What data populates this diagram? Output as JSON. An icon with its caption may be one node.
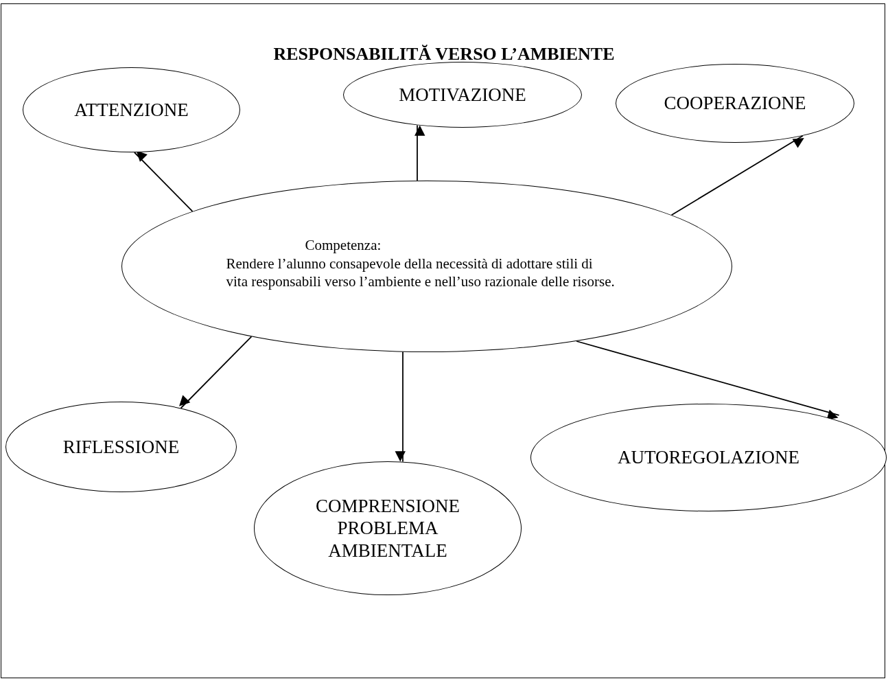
{
  "diagram": {
    "title": "RESPONSABILITĂ VERSO L’AMBIENTE",
    "nodes": [
      {
        "text": [
          "MOTIVAZIONE"
        ]
      },
      {
        "text": [
          "ATTENZIONE"
        ]
      },
      {
        "text": [
          "COOPERAZIONE"
        ]
      },
      {
        "text": [
          "Competenza:",
          "Rendere l’alunno consapevole della necessità di adottare stili di vita responsabili verso l’ambiente e nell’uso razionale delle risorse."
        ]
      },
      {
        "text": [
          "RIFLESSIONE"
        ]
      },
      {
        "text": [
          "AUTOREGOLAZIONE"
        ]
      },
      {
        "text": [
          "COMPRENSIONE PROBLEMA AMBIENTALE"
        ]
      }
    ],
    "edges": [
      {
        "from": 3,
        "to": 1,
        "arrow": "to"
      },
      {
        "from": 3,
        "to": 0,
        "arrow": "to"
      },
      {
        "from": 3,
        "to": 2,
        "arrow": "to"
      },
      {
        "from": 3,
        "to": 4,
        "arrow": "to"
      },
      {
        "from": 3,
        "to": 6,
        "arrow": "to"
      },
      {
        "from": 3,
        "to": 5,
        "arrow": "to"
      }
    ]
  }
}
